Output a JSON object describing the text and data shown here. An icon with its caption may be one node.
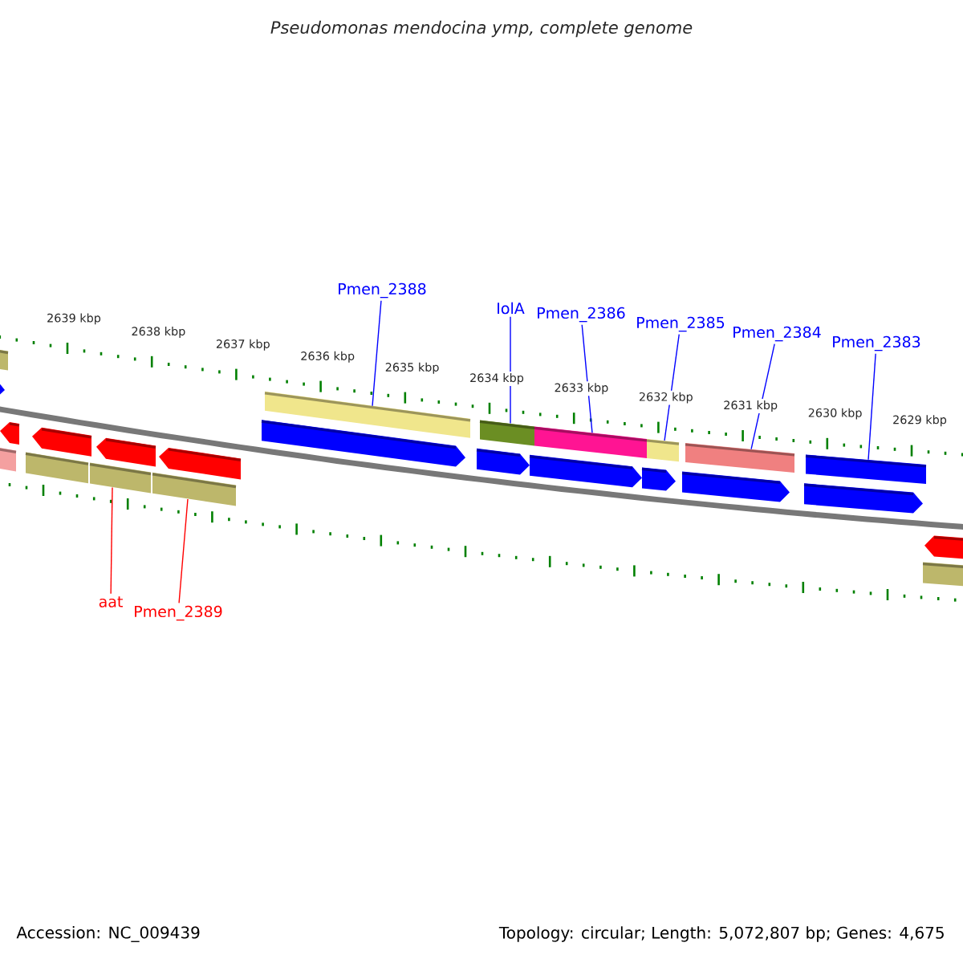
{
  "diagram": {
    "title": "Pseudomonas mendocina ymp, complete genome",
    "nodes": [
      {
        "text": [
          "Pmen_2388"
        ]
      },
      {
        "text": [
          "IolA"
        ]
      },
      {
        "text": [
          "Pmen_2386"
        ]
      },
      {
        "text": [
          "Pmen_2385"
        ]
      },
      {
        "text": [
          "Pmen_2384"
        ]
      },
      {
        "text": [
          "Pmen_2383"
        ]
      },
      {
        "text": [
          "aat"
        ]
      },
      {
        "text": [
          "Pmen_2389"
        ]
      },
      {
        "text": [],
        "shape": "bar"
      },
      {
        "text": [],
        "shape": "bar"
      },
      {
        "text": [],
        "shape": "bar"
      },
      {
        "text": [],
        "shape": "bar"
      },
      {
        "text": [],
        "shape": "bar"
      },
      {
        "text": [],
        "shape": "bar"
      },
      {
        "text": [],
        "shape": "bar"
      },
      {
        "text": [],
        "shape": "pentagon"
      },
      {
        "text": [],
        "shape": "pentagon"
      },
      {
        "text": [],
        "shape": "pentagon"
      },
      {
        "text": [],
        "shape": "pentagon"
      },
      {
        "text": [],
        "shape": "pentagon"
      },
      {
        "text": [],
        "shape": "pentagon"
      },
      {
        "text": [],
        "shape": "pentagon"
      },
      {
        "text": [],
        "shape": "pentagon"
      },
      {
        "text": [],
        "shape": "pentagon"
      },
      {
        "text": [],
        "shape": "pentagon"
      },
      {
        "text": [],
        "shape": "pentagon"
      },
      {
        "text": [],
        "shape": "pentagon"
      },
      {
        "text": [],
        "shape": "bar"
      },
      {
        "text": [],
        "shape": "bar"
      },
      {
        "text": [],
        "shape": "bar"
      },
      {
        "text": [],
        "shape": "bar"
      },
      {
        "text": [],
        "shape": "bar"
      }
    ],
    "edges": [
      {
        "from": 0,
        "to": 9,
        "arrow": "none"
      },
      {
        "from": 1,
        "to": 10,
        "arrow": "none"
      },
      {
        "from": 2,
        "to": 11,
        "arrow": "none"
      },
      {
        "from": 3,
        "to": 12,
        "arrow": "none"
      },
      {
        "from": 4,
        "to": 13,
        "arrow": "none"
      },
      {
        "from": 5,
        "to": 14,
        "arrow": "none"
      },
      {
        "from": 6,
        "to": 29,
        "arrow": "none",
        "color": "#ff0000"
      },
      {
        "from": 7,
        "to": 30,
        "arrow": "none",
        "color": "#ff0000"
      }
    ],
    "labels": [
      "2639 kbp",
      "2638 kbp",
      "2637 kbp",
      "2636 kbp",
      "2635 kbp",
      "2634 kbp",
      "2633 kbp",
      "2632 kbp",
      "2631 kbp",
      "2630 kbp",
      "2629 kbp",
      "Accession: NC_009439",
      "Topology: circular; Length: 5,072,807 bp; Genes: 4,675"
    ]
  }
}
